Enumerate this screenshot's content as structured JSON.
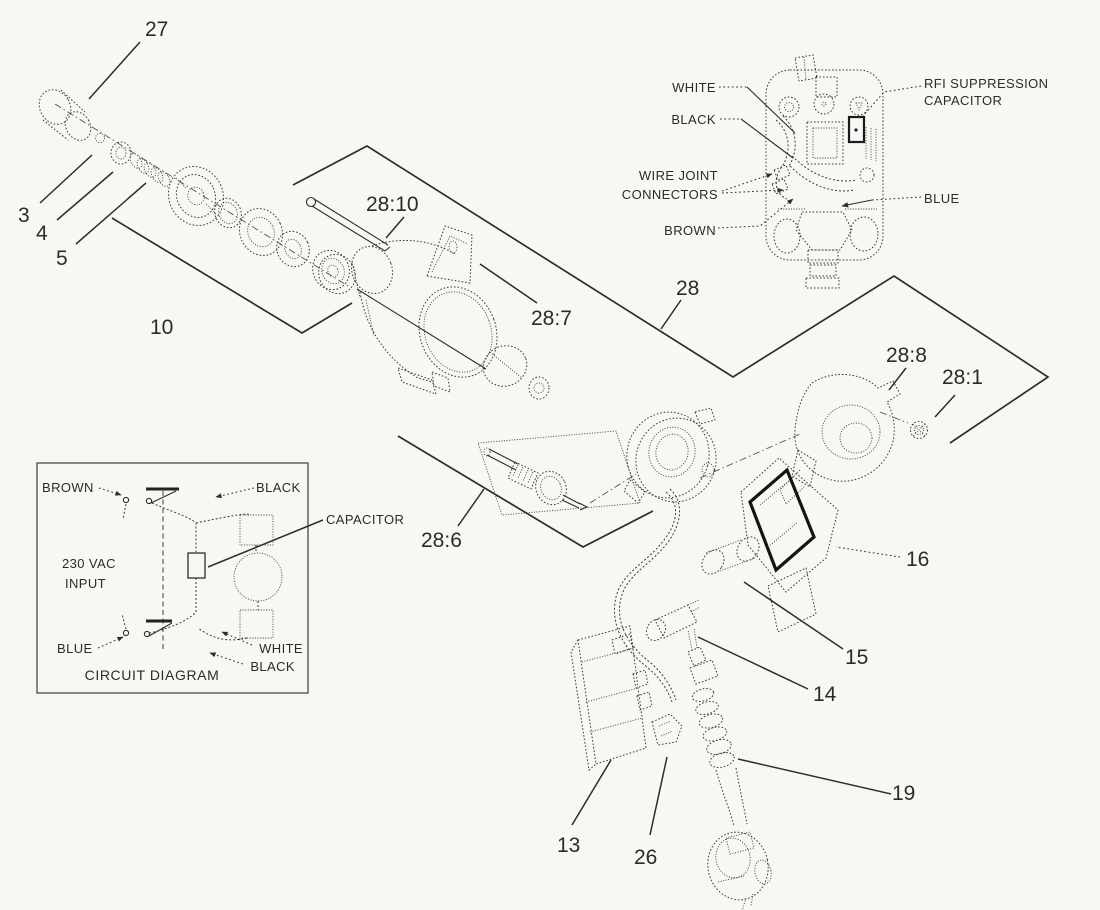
{
  "figure": {
    "type": "exploded-parts-diagram",
    "subject": "power tool motor and switch assembly"
  },
  "colors": {
    "ink": "#2b2b2b",
    "background": "#f7f7f4",
    "dark_part": "#141414"
  },
  "callouts": {
    "c27": "27",
    "c3": "3",
    "c4": "4",
    "c5": "5",
    "c10": "10",
    "c28_10": "28:10",
    "c28_7": "28:7",
    "c28": "28",
    "c28_8": "28:8",
    "c28_1": "28:1",
    "c28_6": "28:6",
    "c16": "16",
    "c15": "15",
    "c14": "14",
    "c13": "13",
    "c26": "26",
    "c19": "19"
  },
  "switch_detail": {
    "white": "WHITE",
    "black": "BLACK",
    "wire_joint_line1": "WIRE JOINT",
    "wire_joint_line2": "CONNECTORS",
    "brown": "BROWN",
    "rfi_line1": "RFI SUPPRESSION",
    "rfi_line2": "CAPACITOR",
    "blue": "BLUE"
  },
  "circuit": {
    "brown": "BROWN",
    "black_top": "BLACK",
    "input_line1": "230 VAC",
    "input_line2": "INPUT",
    "blue": "BLUE",
    "white_bottom": "WHITE",
    "black_bottom": "BLACK",
    "capacitor": "CAPACITOR",
    "title": "CIRCUIT DIAGRAM"
  }
}
